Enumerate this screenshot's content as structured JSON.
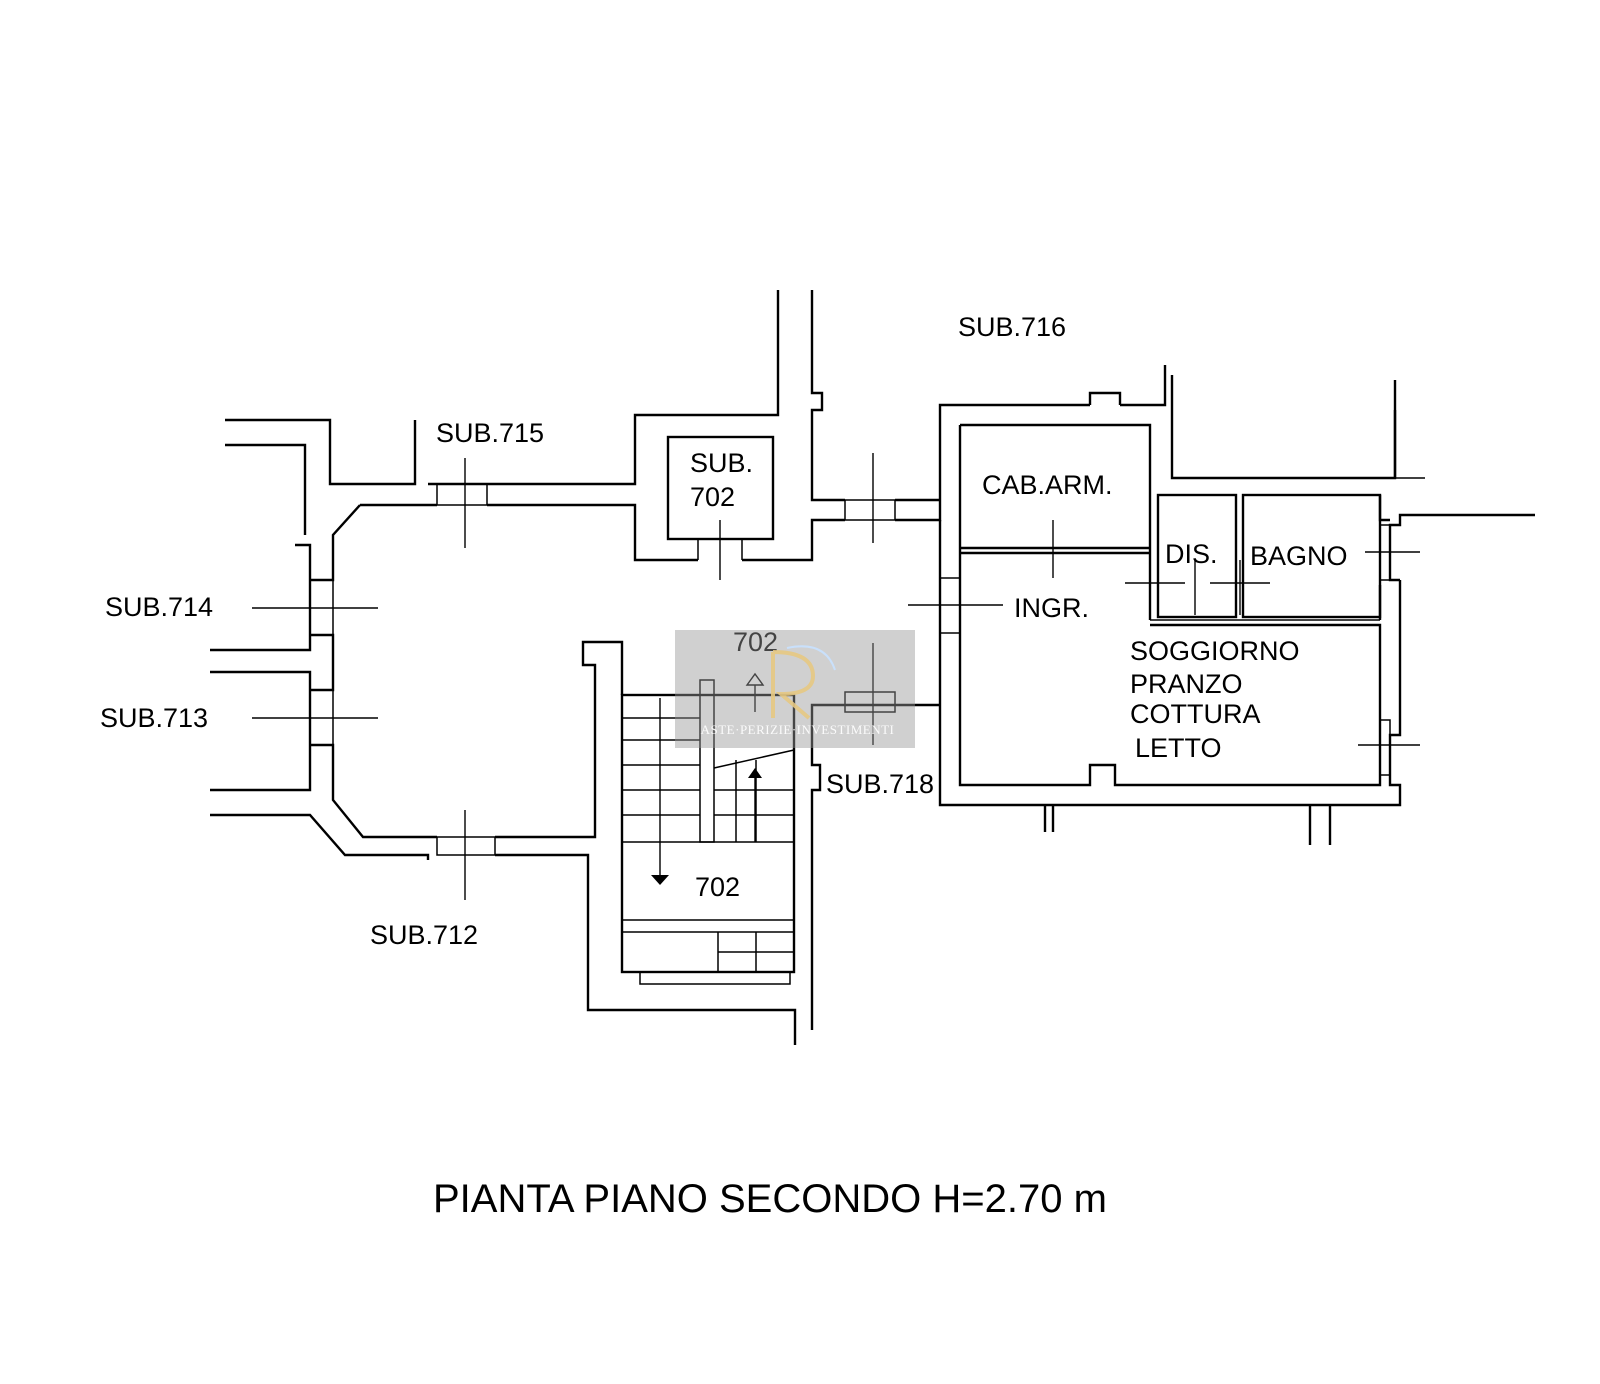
{
  "drawing": {
    "title": "PIANTA PIANO SECONDO H=2.70 m",
    "labels": {
      "sub716": "SUB.716",
      "sub715": "SUB.715",
      "sub702_a": "SUB.",
      "sub702_b": "702",
      "sub714": "SUB.714",
      "sub713": "SUB.713",
      "sub712": "SUB.712",
      "sub718": "SUB.718",
      "stair_top": "702",
      "stair_bottom": "702",
      "cab_arm": "CAB.ARM.",
      "dis": "DIS.",
      "bagno": "BAGNO",
      "ingr": "INGR.",
      "living_1": "SOGGIORNO",
      "living_2": "PRANZO",
      "living_3": "COTTURA",
      "living_4": "LETTO"
    }
  },
  "watermark": {
    "monogram": "R",
    "text": "ASTE·PERIZIE·INVESTIMENTI"
  }
}
